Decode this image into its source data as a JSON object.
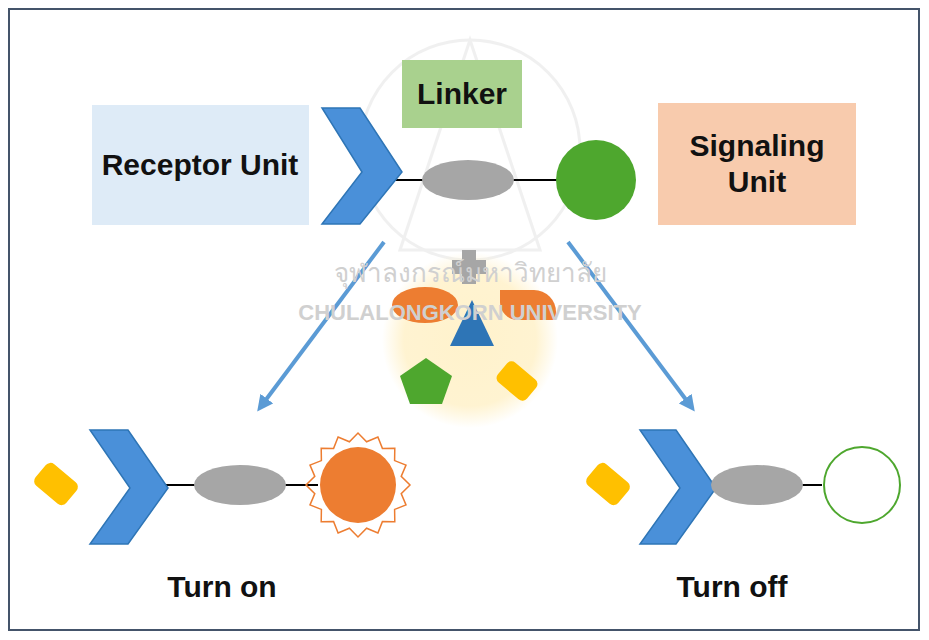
{
  "diagram": {
    "nodes": [
      {
        "text": [
          "Receptor Unit"
        ]
      },
      {
        "text": [
          "Linker"
        ]
      },
      {
        "text": [
          "Signaling Unit"
        ]
      }
    ],
    "labels": [
      "จุฬาลงกรณ์มหาวิทยาลัย",
      "CHULALONGKORN UNIVERSITY",
      "Turn on",
      "Turn off"
    ]
  }
}
